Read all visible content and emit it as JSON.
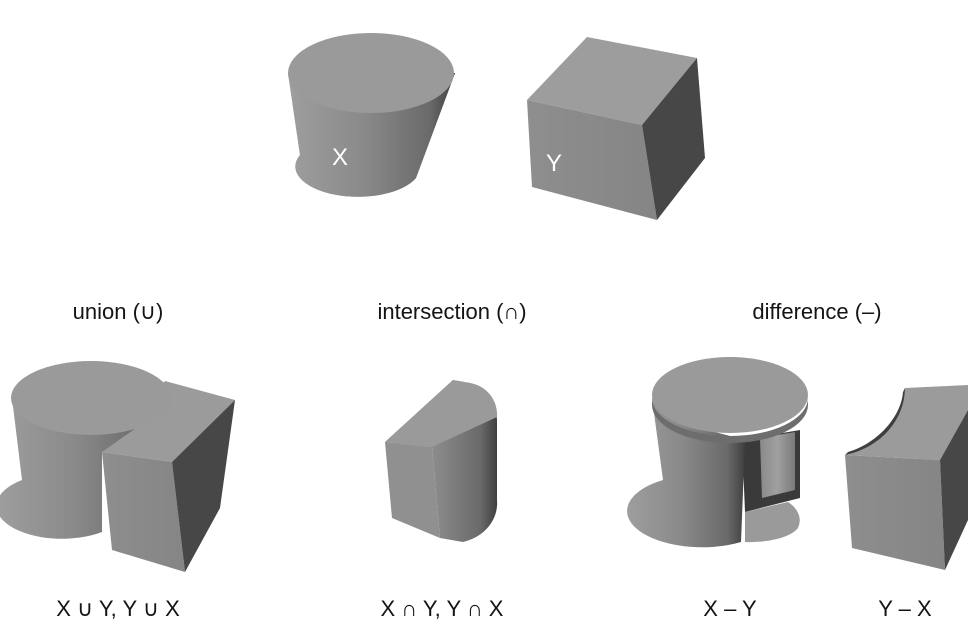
{
  "shapes": {
    "cylinder_label": "X",
    "cube_label": "Y"
  },
  "operations": {
    "union": "union (∪)",
    "intersection": "intersection (∩)",
    "difference": "difference (–)"
  },
  "results": {
    "union": "X ∪ Y, Y ∪ X",
    "intersection": "X ∩ Y, Y ∩ X",
    "x_minus_y": "X – Y",
    "y_minus_x": "Y – X"
  },
  "colors": {
    "top_face": "#9a9a9a",
    "side_light": "#8c8c8c",
    "side_dark": "#4a4a4a",
    "background": "#ffffff"
  }
}
